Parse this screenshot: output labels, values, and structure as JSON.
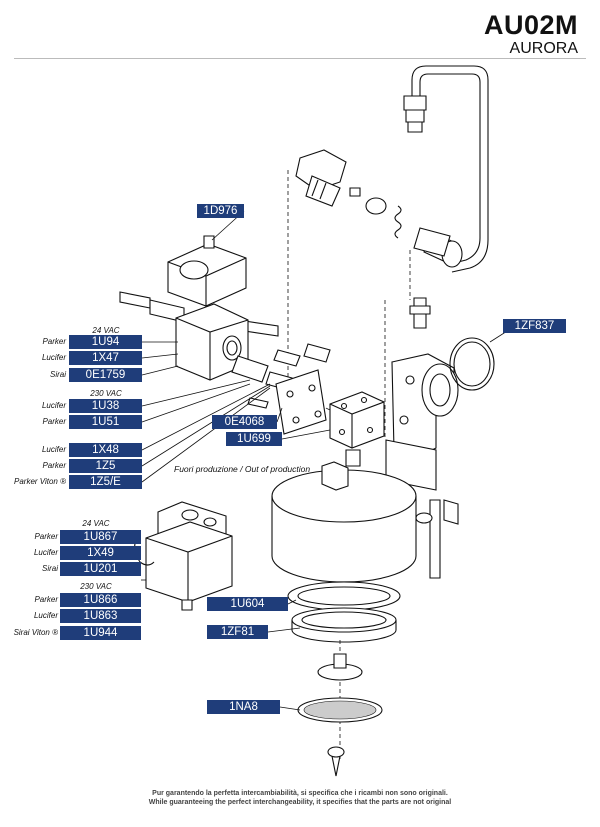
{
  "header": {
    "code": "AU02M",
    "brand": "AURORA"
  },
  "part_numbers": {
    "solenoid_top": "1D976",
    "gasket_right": "1ZF837",
    "mid_block": "0E4068",
    "mid_block_b": "1U699",
    "ring_large": "1U604",
    "ring_small": "1ZF81",
    "shower_screen": "1NA8"
  },
  "upper_group": {
    "voltage_24": "24 VAC",
    "rows_24": [
      {
        "brand": "Parker",
        "code": "1U94"
      },
      {
        "brand": "Lucifer",
        "code": "1X47"
      },
      {
        "brand": "Sirai",
        "code": "0E1759"
      }
    ],
    "voltage_230": "230 VAC",
    "rows_230": [
      {
        "brand": "Lucifer",
        "code": "1U38"
      },
      {
        "brand": "Parker",
        "code": "1U51"
      }
    ],
    "rows_other": [
      {
        "brand": "Lucifer",
        "code": "1X48"
      },
      {
        "brand": "Parker",
        "code": "1Z5"
      },
      {
        "brand": "Parker Viton ®",
        "code": "1Z5/E"
      }
    ]
  },
  "out_of_production": "Fuori produzione / Out of production",
  "lower_group": {
    "voltage_24": "24 VAC",
    "rows_24": [
      {
        "brand": "Parker",
        "code": "1U867"
      },
      {
        "brand": "Lucifer",
        "code": "1X49"
      },
      {
        "brand": "Sirai",
        "code": "1U201"
      }
    ],
    "voltage_230": "230 VAC",
    "rows_230": [
      {
        "brand": "Parker",
        "code": "1U866"
      },
      {
        "brand": "Lucifer",
        "code": "1U863"
      },
      {
        "brand": "Sirai Viton ®",
        "code": "1U944"
      }
    ]
  },
  "footer": {
    "line_it": "Pur garantendo la perfetta intercambiabilità, si specifica che i ricambi non sono originali.",
    "line_en": "While guaranteeing the perfect interchangeability, it specifies that the parts are not original"
  },
  "colors": {
    "tag_bg": "#1f3d7a",
    "tag_text": "#ffffff",
    "line": "#111111"
  }
}
